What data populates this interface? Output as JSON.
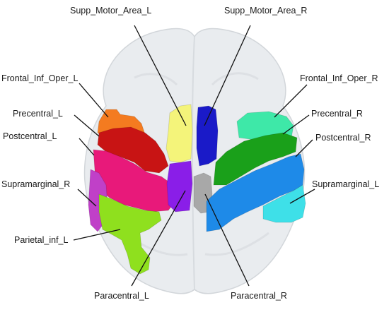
{
  "labels": {
    "supp_motor_area_l": "Supp_Motor_Area_L",
    "supp_motor_area_r": "Supp_Motor_Area_R",
    "frontal_inf_oper_l": "Frontal_Inf_Oper_L",
    "frontal_inf_oper_r": "Frontal_Inf_Oper_R",
    "precentral_l": "Precentral_L",
    "precentral_r": "Precentral_R",
    "postcentral_l": "Postcentral_L",
    "postcentral_r": "Postcentral_R",
    "supramarginal_r": "Supramarginal_R",
    "supramarginal_l": "Supramarginal_L",
    "parietal_inf_l": "Parietal_inf_L",
    "paracentral_l": "Paracentral_L",
    "paracentral_r": "Paracentral_R"
  },
  "colors": {
    "frontal_inf_oper_l": "#f47b20",
    "precentral_l": "#c81414",
    "postcentral_l": "#e8197a",
    "supramarginal_r": "#c040c8",
    "parietal_inf_l": "#8fe01e",
    "supp_motor_area_l": "#f4f47a",
    "supp_motor_area_r": "#1a1ac8",
    "paracentral_l": "#8a1ee8",
    "paracentral_r": "#a8a8a8",
    "frontal_inf_oper_r": "#3ee8a8",
    "precentral_r": "#1aa01a",
    "postcentral_r": "#1e8ae8",
    "supramarginal_l": "#3ee0e8"
  }
}
